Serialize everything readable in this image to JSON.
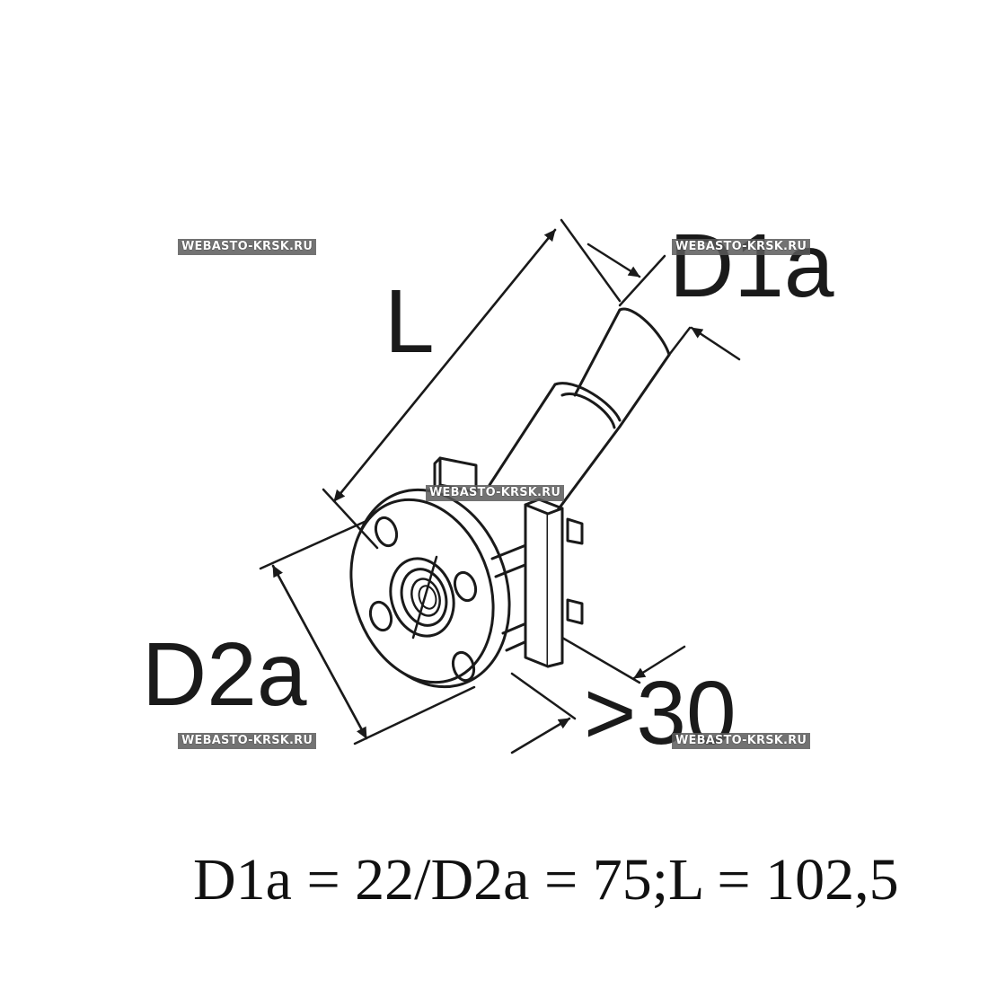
{
  "labels": {
    "length": "L",
    "d1": "D1a",
    "d2": "D2a",
    "depth": ">30"
  },
  "caption": "D1a = 22/D2a = 75;L = 102,5",
  "watermarks": [
    "WEBASTO-KRSK.RU",
    "WEBASTO-KRSK.RU",
    "WEBASTO-KRSK.RU",
    "WEBASTO-KRSK.RU",
    "WEBASTO-KRSK.RU"
  ]
}
